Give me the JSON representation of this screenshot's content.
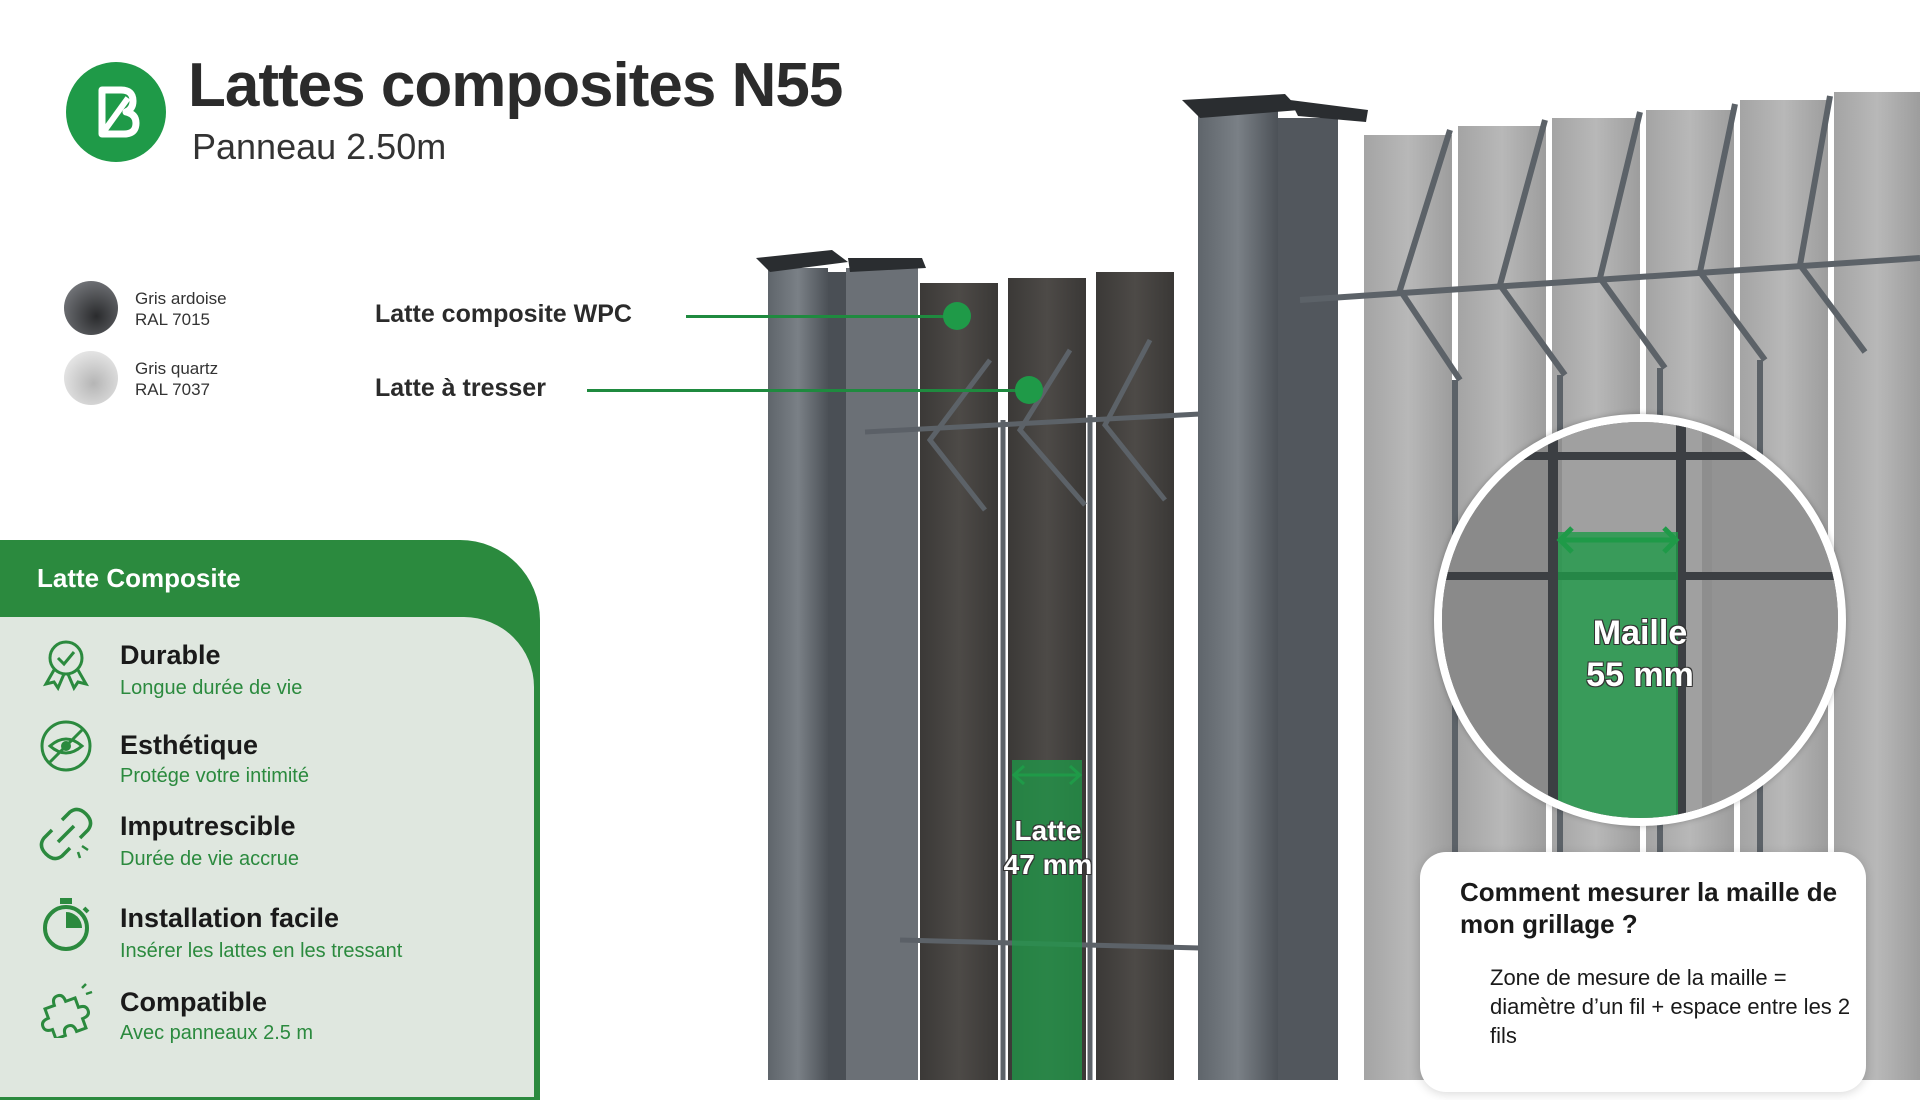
{
  "header": {
    "title": "Lattes composites N55",
    "subtitle": "Panneau 2.50m"
  },
  "colors": {
    "brand_green": "#1f9a48",
    "panel_green": "#2b8a3e",
    "panel_bg": "#dfe7df"
  },
  "swatches": [
    {
      "name": "Gris ardoise",
      "code": "RAL 7015",
      "color": "#3d3f42"
    },
    {
      "name": "Gris quartz",
      "code": "RAL 7037",
      "color": "#c9c9c9"
    }
  ],
  "callouts": {
    "wpc": "Latte composite WPC",
    "tresser": "Latte à tresser"
  },
  "features": {
    "title": "Latte Composite",
    "items": [
      {
        "icon": "award-ribbon-icon",
        "title": "Durable",
        "desc": "Longue durée de vie"
      },
      {
        "icon": "eye-slash-icon",
        "title": "Esthétique",
        "desc": "Protége votre intimité"
      },
      {
        "icon": "broken-link-icon",
        "title": "Imputrescible",
        "desc": "Durée de vie accrue"
      },
      {
        "icon": "stopwatch-icon",
        "title": "Installation facile",
        "desc": "Insérer les lattes en les tressant"
      },
      {
        "icon": "puzzle-piece-icon",
        "title": "Compatible",
        "desc": "Avec panneaux 2.5 m"
      }
    ]
  },
  "measurements": {
    "latte_label": "Latte",
    "latte_value": "47 mm",
    "maille_label": "Maille",
    "maille_value": "55 mm"
  },
  "info_card": {
    "title": "Comment mesurer la maille de mon grillage ?",
    "text": "Zone de mesure de la maille = diamètre d’un fil + espace entre les 2 fils"
  }
}
